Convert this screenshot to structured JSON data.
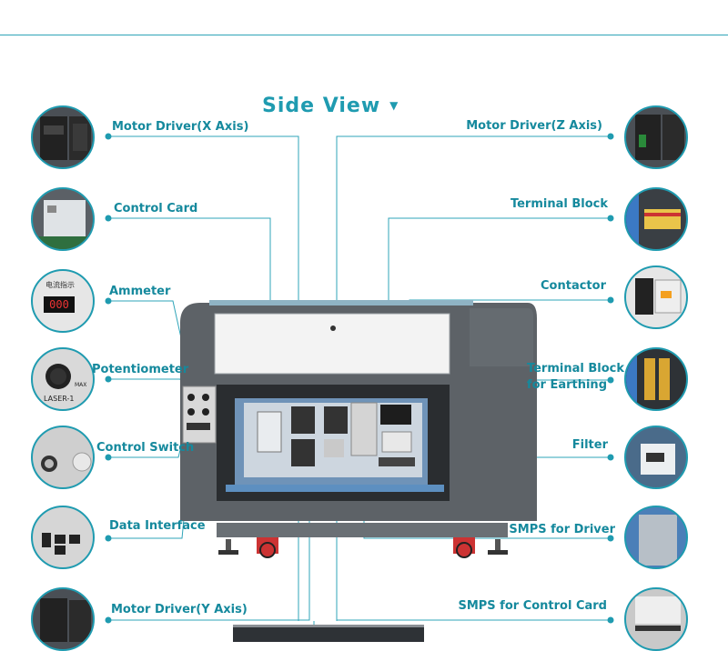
{
  "title": "Side View",
  "title_marker": "▼",
  "colors": {
    "accent": "#1f9bb0",
    "line": "#2fa4b8",
    "machine": "#5c6166"
  },
  "left_labels": [
    {
      "id": "motor-driver-x",
      "text": "Motor Driver(X Axis)"
    },
    {
      "id": "control-card",
      "text": "Control Card"
    },
    {
      "id": "ammeter",
      "text": "Ammeter"
    },
    {
      "id": "potentiometer",
      "text": "Potentiometer"
    },
    {
      "id": "control-switch",
      "text": "Control Switch"
    },
    {
      "id": "data-interface",
      "text": "Data Interface"
    },
    {
      "id": "motor-driver-y",
      "text": "Motor Driver(Y Axis)"
    }
  ],
  "right_labels": [
    {
      "id": "motor-driver-z",
      "text": "Motor Driver(Z Axis)"
    },
    {
      "id": "terminal-block",
      "text": "Terminal Block"
    },
    {
      "id": "contactor",
      "text": "Contactor"
    },
    {
      "id": "terminal-block-earthing-1",
      "text": "Terminal Block"
    },
    {
      "id": "terminal-block-earthing-2",
      "text": "for Earthing"
    },
    {
      "id": "filter",
      "text": "Filter"
    },
    {
      "id": "smps-driver",
      "text": "SMPS for Driver"
    },
    {
      "id": "smps-control-card",
      "text": "SMPS for Control Card"
    }
  ],
  "thumb_texts": {
    "ammeter_panel": "电流指示",
    "ammeter_reading": "000",
    "potentiometer_panel": "LASER-1",
    "potentiometer_max": "MAX"
  }
}
